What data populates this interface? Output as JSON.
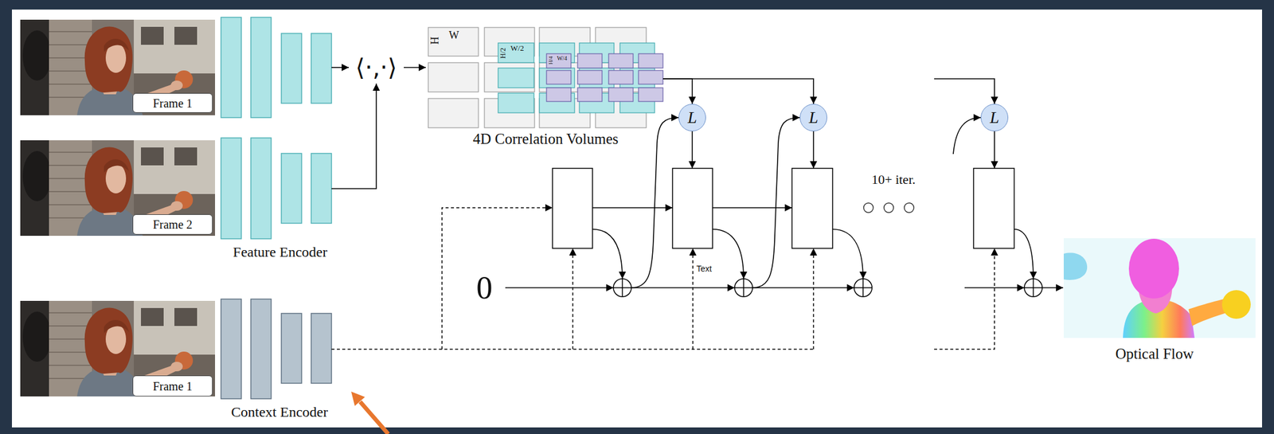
{
  "diagram": {
    "nodes": [
      {
        "text": [
          "Frame 1"
        ]
      },
      {
        "text": [
          "Frame 2"
        ]
      },
      {
        "text": [
          "Frame 1"
        ]
      },
      {
        "text": [
          "4D Correlation Volumes"
        ]
      },
      {
        "text": [
          "L"
        ]
      },
      {
        "text": [
          "L"
        ]
      },
      {
        "text": [
          "L"
        ]
      }
    ],
    "edges": [
      {
        "from": 3,
        "to": 4,
        "arrow": "to"
      },
      {
        "from": 3,
        "to": 5,
        "arrow": "to"
      }
    ],
    "labels": [
      "⟨·,·⟩",
      "H",
      "W",
      "H/2",
      "W/2",
      "H/4",
      "W/4",
      "Feature Encoder",
      "Context Encoder",
      "0",
      "10+ iter.",
      "Text",
      "Optical Flow"
    ]
  }
}
